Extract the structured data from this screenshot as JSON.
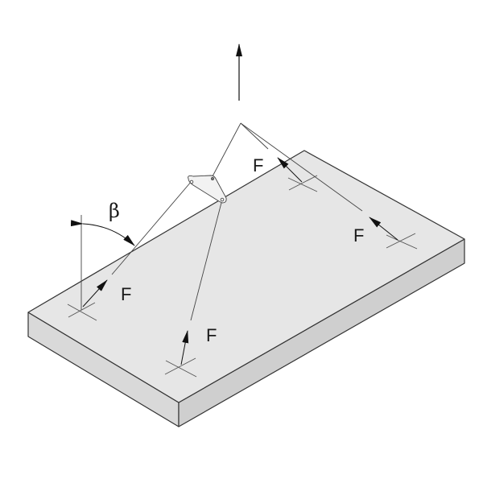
{
  "diagram": {
    "angle_label": "β",
    "force_labels": [
      "F",
      "F",
      "F",
      "F"
    ],
    "colors": {
      "top_face": "#e6e6e6",
      "left_face": "#d9d9d9",
      "right_face": "#cfcfcf",
      "line": "#333333"
    }
  }
}
